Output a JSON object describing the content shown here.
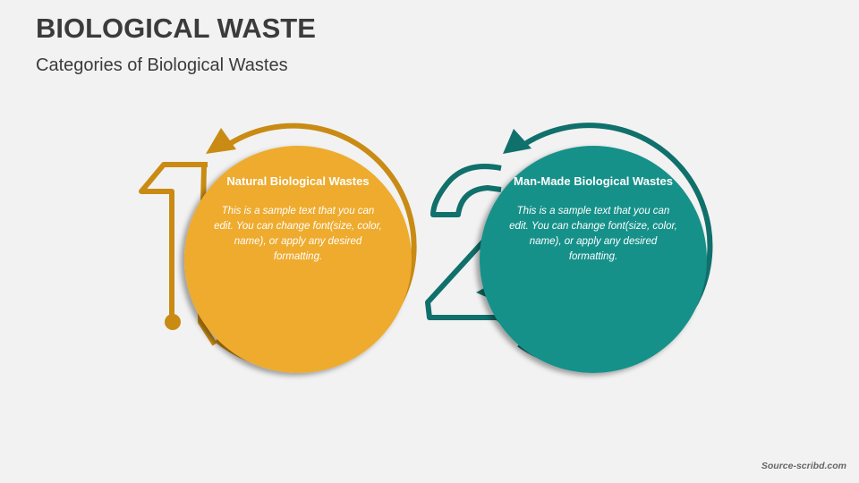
{
  "slide": {
    "title": "BIOLOGICAL WASTE",
    "subtitle": "Categories of Biological Wastes",
    "footer": "Source-scribd.com"
  },
  "colors": {
    "background": "#f2f2f2",
    "orange_fill": "#eeab2d",
    "orange_stroke": "#c98b13",
    "teal_fill": "#14918a",
    "teal_stroke": "#10706b",
    "title_text": "#3b3b3b"
  },
  "items": [
    {
      "number": "1",
      "heading": "Natural Biological Wastes",
      "body": "This is a sample text that you can edit. You can change font(size, color, name), or apply any desired formatting.",
      "color": "orange"
    },
    {
      "number": "2",
      "heading": "Man-Made Biological Wastes",
      "body": "This is a sample text that you can edit. You can change font(size, color, name), or apply any desired formatting.",
      "color": "teal"
    }
  ]
}
